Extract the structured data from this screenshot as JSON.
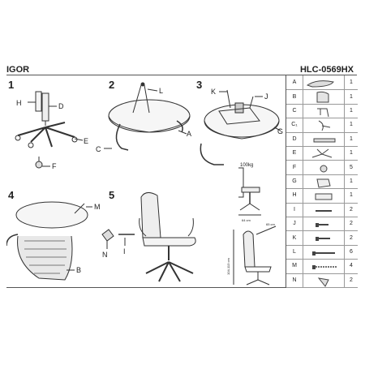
{
  "header": {
    "title_left": "IGOR",
    "title_right": "HLC-0569HX"
  },
  "steps": [
    {
      "number": "1",
      "labels": [
        "H",
        "D",
        "E",
        "F"
      ]
    },
    {
      "number": "2",
      "labels": [
        "L",
        "A",
        "C"
      ]
    },
    {
      "number": "3",
      "labels": [
        "K",
        "J",
        "G"
      ]
    },
    {
      "number": "4",
      "labels": [
        "M",
        "B"
      ]
    },
    {
      "number": "5",
      "labels": [
        "N",
        "I"
      ]
    }
  ],
  "specs": {
    "max_load": "100kg",
    "width": "64 cm",
    "depth": "65 cm",
    "height": "104-113 cm"
  },
  "parts": [
    {
      "label": "A",
      "qty": "1",
      "icon": "armrest-icon"
    },
    {
      "label": "B",
      "qty": "1",
      "icon": "backrest-icon"
    },
    {
      "label": "C",
      "qty": "1",
      "icon": "arm-bracket-icon"
    },
    {
      "label": "C₁",
      "qty": "1",
      "icon": "arm-bracket-alt-icon"
    },
    {
      "label": "D",
      "qty": "1",
      "icon": "gas-lift-icon"
    },
    {
      "label": "E",
      "qty": "1",
      "icon": "base-icon"
    },
    {
      "label": "F",
      "qty": "5",
      "icon": "caster-icon"
    },
    {
      "label": "G",
      "qty": "1",
      "icon": "mechanism-icon"
    },
    {
      "label": "H",
      "qty": "1",
      "icon": "cover-icon"
    },
    {
      "label": "I",
      "qty": "2",
      "icon": "pin-icon"
    },
    {
      "label": "J",
      "qty": "2",
      "icon": "screw-icon"
    },
    {
      "label": "K",
      "qty": "2",
      "icon": "bolt-icon"
    },
    {
      "label": "L",
      "qty": "6",
      "icon": "long-bolt-icon"
    },
    {
      "label": "M",
      "qty": "4",
      "icon": "long-screw-icon"
    },
    {
      "label": "N",
      "qty": "2",
      "icon": "cap-icon"
    }
  ]
}
